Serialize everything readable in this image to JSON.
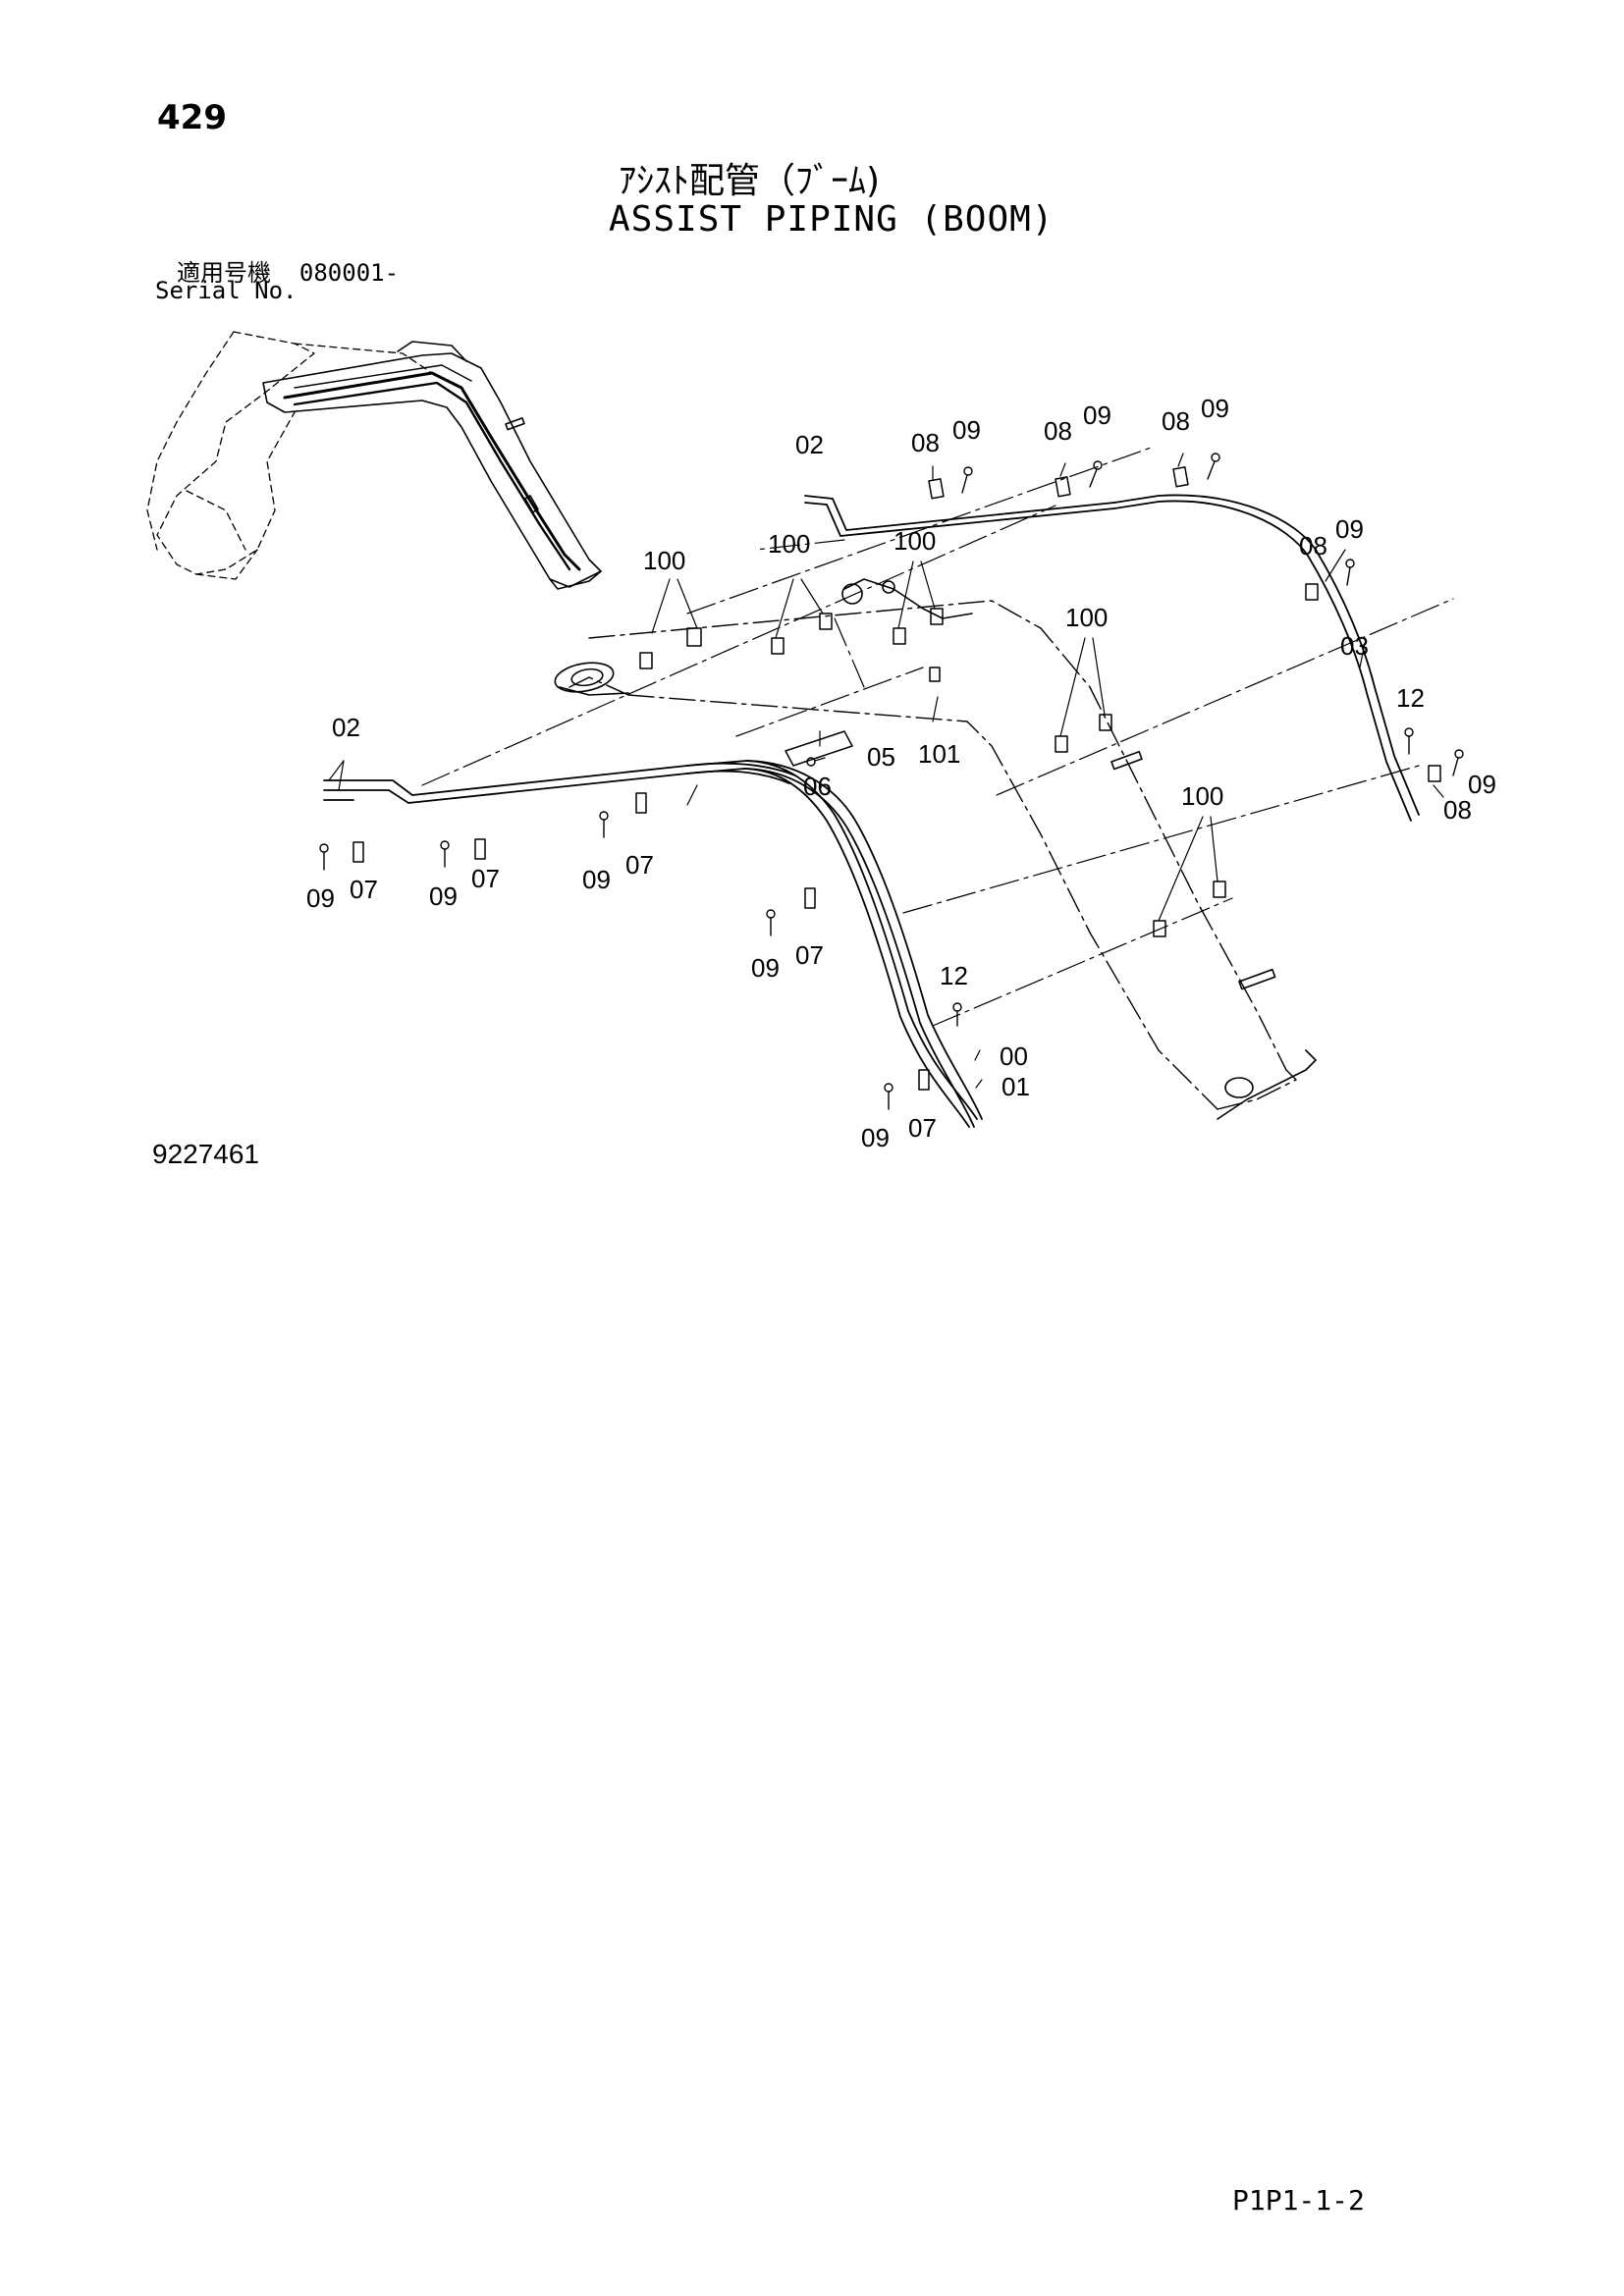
{
  "page_number": "429",
  "title_jp": "ｱｼｽﾄ配管（ﾌﾞｰﾑ)",
  "title_en": "ASSIST PIPING (BOOM)",
  "serial": {
    "label_jp": "適用号機",
    "value": "080001-",
    "label_en": "Serial No."
  },
  "drawing_number": "9227461",
  "page_code": "P1P1-1-2",
  "callouts": {
    "c00": "00",
    "c01": "01",
    "c02": "02",
    "c03": "03",
    "c05": "05",
    "c06": "06",
    "c07": "07",
    "c08": "08",
    "c09": "09",
    "c12": "12",
    "c100": "100",
    "c101": "101"
  }
}
